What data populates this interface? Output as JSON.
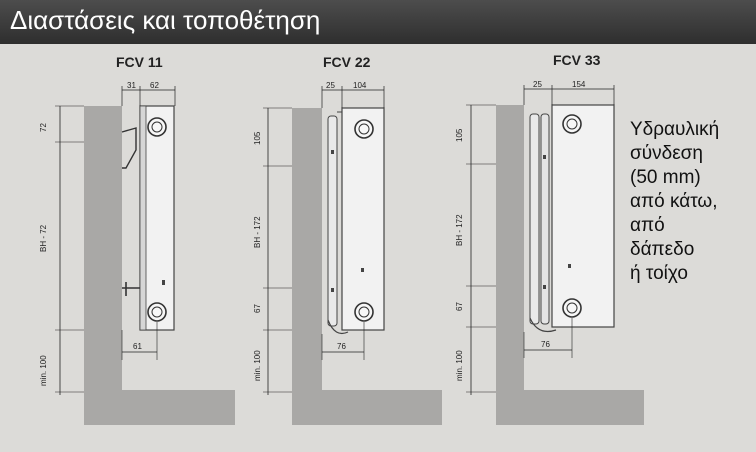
{
  "header": {
    "title": "Διαστάσεις και τοποθέτηση"
  },
  "diagrams": [
    {
      "model": "FCV 11",
      "depth_a": "31",
      "depth_b": "62",
      "top_dim": "72",
      "mid_dim": "BH - 72",
      "bottom_dim": "min. 100",
      "base_dim": "61"
    },
    {
      "model": "FCV 22",
      "depth_a": "25",
      "depth_b": "104",
      "top_dim": "105",
      "mid_dim": "BH - 172",
      "low_dim": "67",
      "bottom_dim": "min. 100",
      "base_dim": "76"
    },
    {
      "model": "FCV 33",
      "depth_a": "25",
      "depth_b": "154",
      "top_dim": "105",
      "mid_dim": "BH - 172",
      "low_dim": "67",
      "bottom_dim": "min. 100",
      "base_dim": "76"
    }
  ],
  "note": {
    "lines": [
      "Υδραυλική",
      "σύνδεση",
      "(50 mm)",
      "από κάτω,",
      "από",
      "δάπεδο",
      "ή τοίχο"
    ]
  },
  "colors": {
    "header_bg": "#3a3a3a",
    "wall": "#a9a8a6",
    "background": "#dcdbd8"
  }
}
